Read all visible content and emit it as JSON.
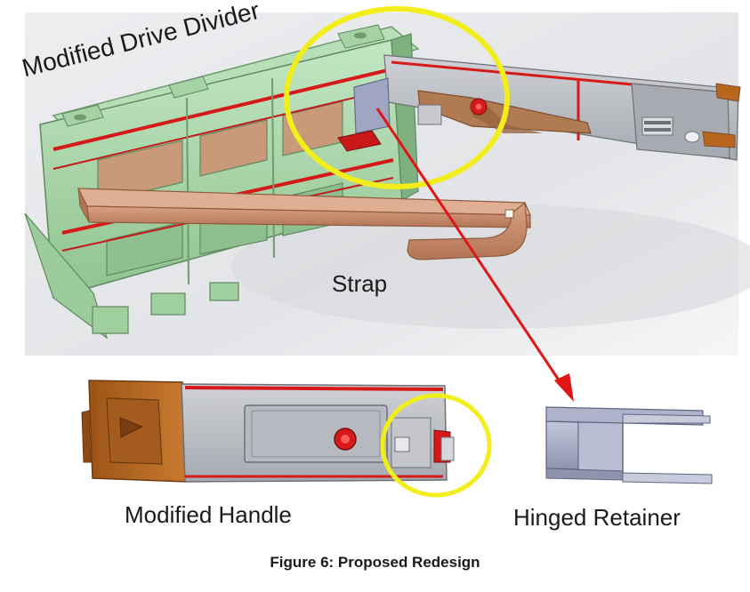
{
  "figure": {
    "caption": "Figure 6: Proposed Redesign",
    "labels": {
      "modified_drive_divider": "Modified Drive Divider",
      "strap": "Strap",
      "modified_handle": "Modified Handle",
      "hinged_retainer": "Hinged Retainer"
    },
    "colors": {
      "divider_green": "#a8d5a8",
      "strap_copper": "#c8896a",
      "handle_gray": "#b9bcc2",
      "accent_red": "#d61a1a",
      "highlight_yellow": "#f2ee1c",
      "handle_orange": "#b8651e",
      "retainer_blue_gray": "#9fa6bf"
    }
  }
}
